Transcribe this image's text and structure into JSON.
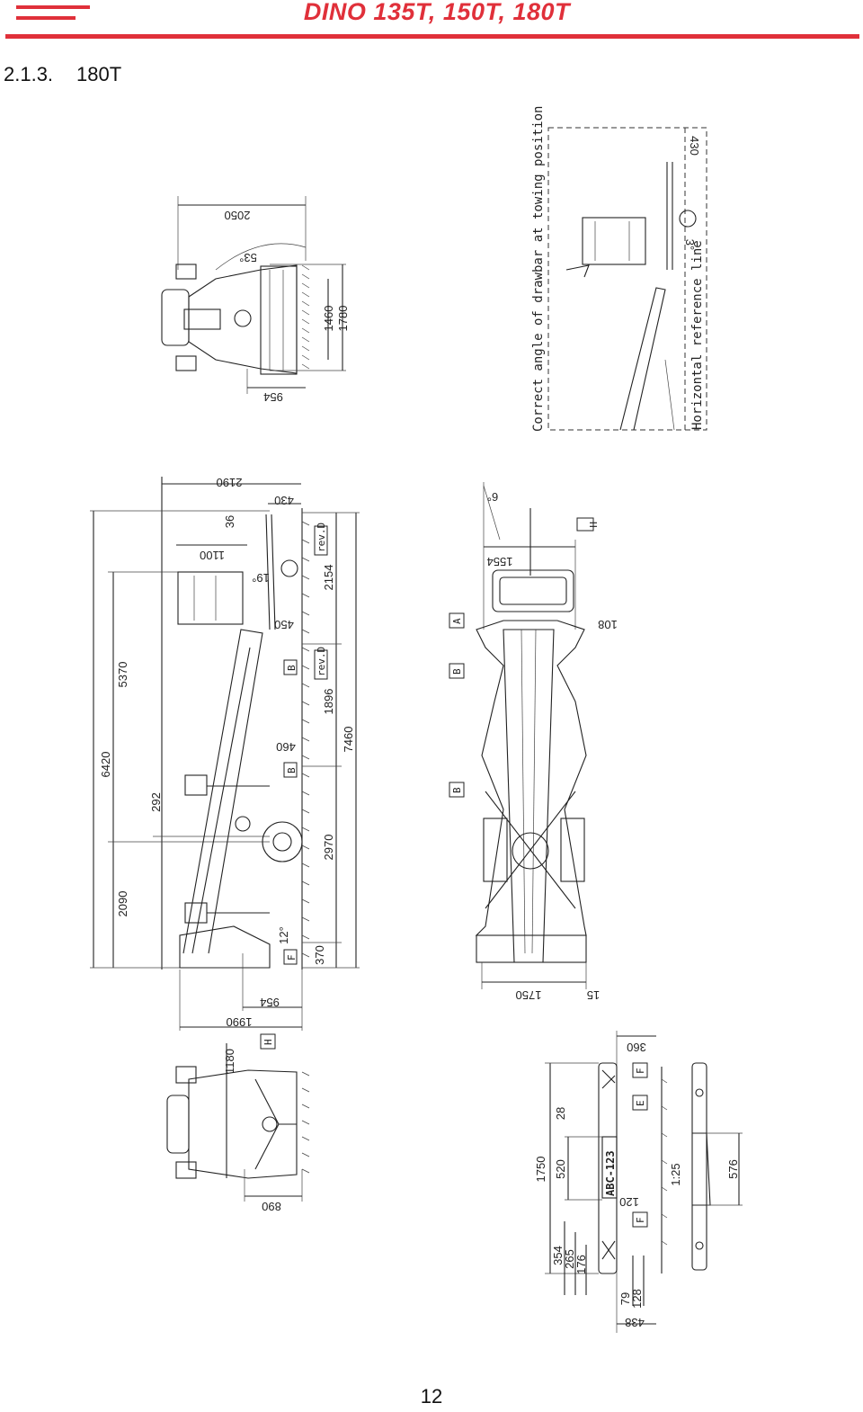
{
  "header": {
    "title": "DINO 135T, 150T, 180T"
  },
  "section": {
    "number": "2.1.3.",
    "title": "180T"
  },
  "drawing": {
    "top_view": {
      "dims": [
        "2050",
        "53°",
        "1460",
        "1780",
        "954"
      ]
    },
    "towing_view": {
      "dims": [
        "430",
        "3°"
      ],
      "notes": [
        "Correct angle of drawbar at towing position",
        "Horizontal reference line"
      ]
    },
    "side_view": {
      "dims": [
        "2190",
        "430",
        "36",
        "1100",
        "19°",
        "2154",
        "450",
        "5370",
        "1896",
        "6420",
        "460",
        "7460",
        "292",
        "2970",
        "2090",
        "12°",
        "370",
        "954",
        "1990"
      ],
      "revs": [
        "rev.D",
        "rev.D"
      ],
      "tags": [
        "B",
        "B",
        "F"
      ]
    },
    "plan_view": {
      "dims": [
        "6°",
        "1554",
        "108",
        "1750",
        "15"
      ],
      "tags": [
        "H",
        "A",
        "B",
        "B"
      ]
    },
    "rear_view": {
      "dims": [
        "1180",
        "890"
      ],
      "tags": [
        "H"
      ]
    },
    "decal_view": {
      "dims": [
        "360",
        "28",
        "1750",
        "520",
        "120",
        "354",
        "265",
        "176",
        "79",
        "128",
        "438",
        "1:25",
        "576"
      ],
      "tags": [
        "F",
        "E",
        "F"
      ],
      "plate": "ABC-123"
    }
  },
  "page_number": "12"
}
